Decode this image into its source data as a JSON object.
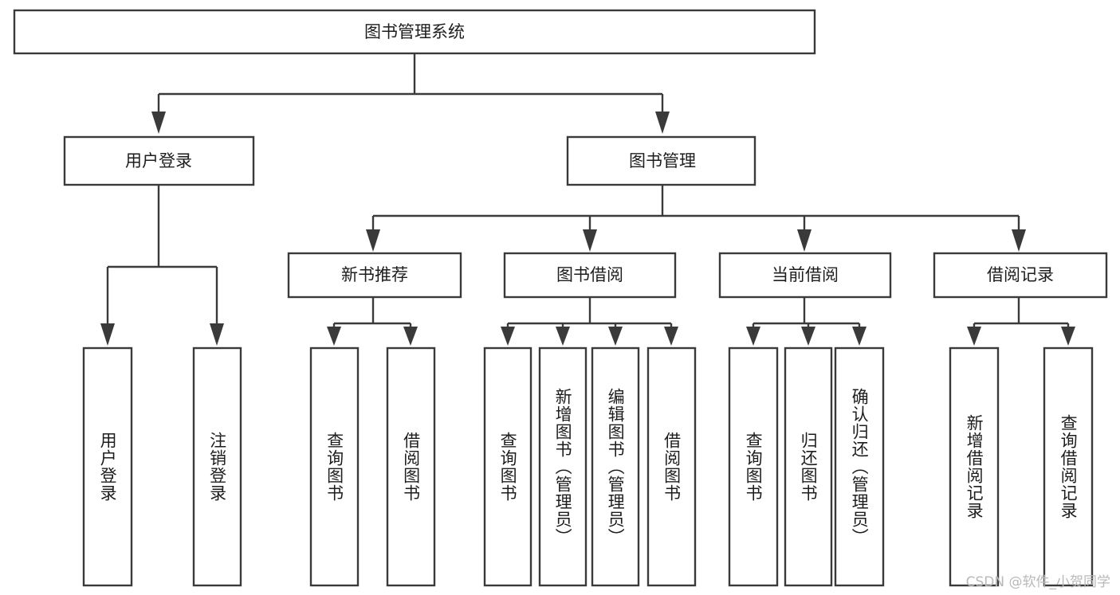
{
  "diagram": {
    "type": "tree",
    "title": "图书管理系统",
    "orientation": "top-down",
    "colors": {
      "box_stroke": "#3a3a3a",
      "box_fill": "#ffffff",
      "text": "#1d1d1d",
      "background": "#ffffff",
      "watermark": "#b9b9b9"
    },
    "nodes": {
      "root": {
        "label": "图书管理系统",
        "level": 1,
        "orientation": "horizontal"
      },
      "l2": [
        {
          "id": "user-login",
          "label": "用户登录",
          "level": 2,
          "orientation": "horizontal"
        },
        {
          "id": "book-manage",
          "label": "图书管理",
          "level": 2,
          "orientation": "horizontal"
        }
      ],
      "l3": [
        {
          "id": "new-book-recommend",
          "label": "新书推荐",
          "level": 3,
          "orientation": "horizontal"
        },
        {
          "id": "book-borrow",
          "label": "图书借阅",
          "level": 3,
          "orientation": "horizontal"
        },
        {
          "id": "current-borrow",
          "label": "当前借阅",
          "level": 3,
          "orientation": "horizontal"
        },
        {
          "id": "borrow-record",
          "label": "借阅记录",
          "level": 3,
          "orientation": "horizontal"
        }
      ],
      "leaves": [
        {
          "id": "leaf-user-login",
          "label": "用户登录",
          "parent": "user-login",
          "orientation": "vertical"
        },
        {
          "id": "leaf-user-logout",
          "label": "注销登录",
          "parent": "user-login",
          "orientation": "vertical"
        },
        {
          "id": "leaf-query-book-1",
          "label": "查询图书",
          "parent": "new-book-recommend",
          "orientation": "vertical"
        },
        {
          "id": "leaf-borrow-book-1",
          "label": "借阅图书",
          "parent": "new-book-recommend",
          "orientation": "vertical"
        },
        {
          "id": "leaf-query-book-2",
          "label": "查询图书",
          "parent": "book-borrow",
          "orientation": "vertical"
        },
        {
          "id": "leaf-add-book",
          "label": "新增图书（管理员）",
          "parent": "book-borrow",
          "orientation": "vertical"
        },
        {
          "id": "leaf-edit-book",
          "label": "编辑图书（管理员）",
          "parent": "book-borrow",
          "orientation": "vertical"
        },
        {
          "id": "leaf-borrow-book-2",
          "label": "借阅图书",
          "parent": "book-borrow",
          "orientation": "vertical"
        },
        {
          "id": "leaf-query-book-3",
          "label": "查询图书",
          "parent": "current-borrow",
          "orientation": "vertical"
        },
        {
          "id": "leaf-return-book",
          "label": "归还图书",
          "parent": "current-borrow",
          "orientation": "vertical"
        },
        {
          "id": "leaf-confirm-return",
          "label": "确认归还（管理员）",
          "parent": "current-borrow",
          "orientation": "vertical"
        },
        {
          "id": "leaf-add-record",
          "label": "新增借阅记录",
          "parent": "borrow-record",
          "orientation": "vertical"
        },
        {
          "id": "leaf-query-record",
          "label": "查询借阅记录",
          "parent": "borrow-record",
          "orientation": "vertical"
        }
      ]
    },
    "watermark": "CSDN @软件_小贺同学"
  }
}
